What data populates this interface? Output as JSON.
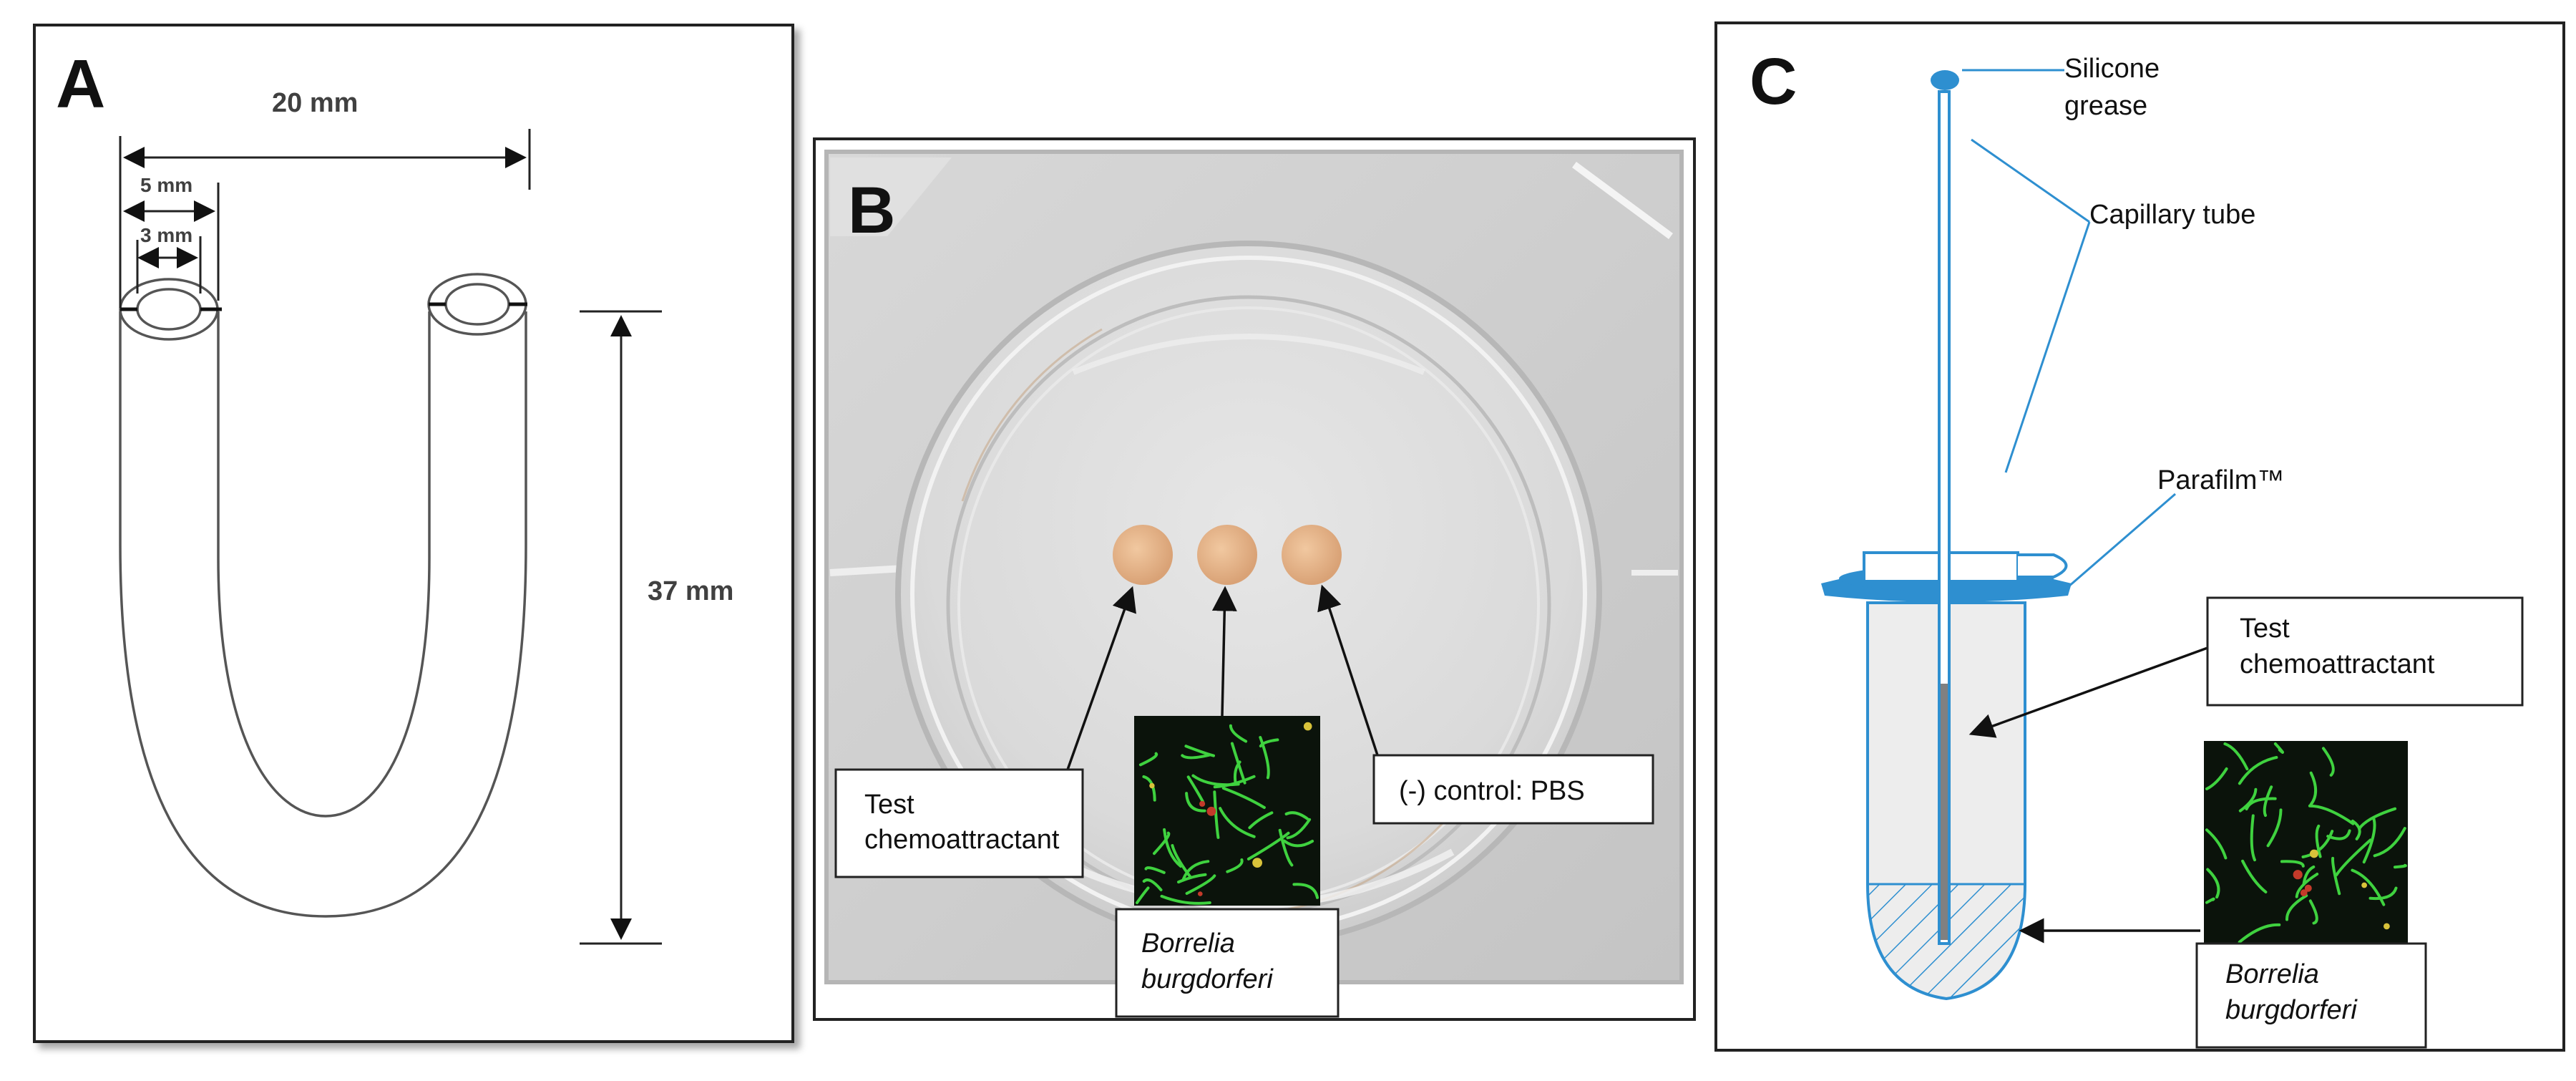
{
  "panel_a": {
    "letter": "A",
    "width_label": "20 mm",
    "outer_label": "5 mm",
    "inner_label": "3 mm",
    "height_label": "37 mm"
  },
  "panel_b": {
    "letter": "B",
    "test_label_line1": "Test",
    "test_label_line2": "chemoattractant",
    "control_label": "(-) control: PBS",
    "organism_line1": "Borrelia",
    "organism_line2": "burgdorferi"
  },
  "panel_c": {
    "letter": "C",
    "grease_line1": "Silicone",
    "grease_line2": "grease",
    "capillary_label": "Capillary tube",
    "parafilm_label": "Parafilm™",
    "test_label_line1": "Test",
    "test_label_line2": "chemoattractant",
    "organism_line1": "Borrelia",
    "organism_line2": "burgdorferi"
  },
  "colors": {
    "diagram_blue": "#2e8fd0",
    "bead": "#e6b48a",
    "microscopy_bg": "#0b130b",
    "spirochete_green": "#3fd23f"
  }
}
